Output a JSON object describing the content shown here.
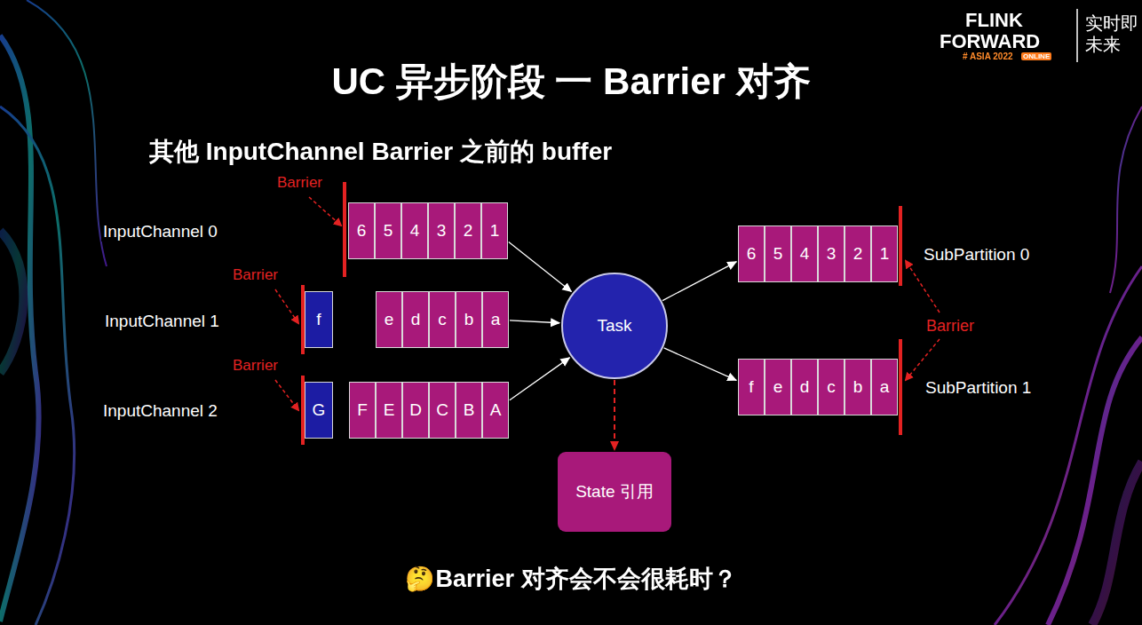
{
  "diagram": {
    "title": "UC 异步阶段 一 Barrier 对齐",
    "caption": "🤔Barrier 对齐会不会很耗时？",
    "nodes": [
      {
        "text": [
          "6"
        ]
      },
      {
        "text": [
          "5"
        ]
      },
      {
        "text": [
          "4"
        ]
      },
      {
        "text": [
          "3"
        ]
      },
      {
        "text": [
          "2"
        ]
      },
      {
        "text": [
          "1"
        ]
      },
      {
        "text": [
          "f"
        ]
      },
      {
        "text": [
          "e"
        ]
      },
      {
        "text": [
          "d"
        ]
      },
      {
        "text": [
          "c"
        ]
      },
      {
        "text": [
          "b"
        ]
      },
      {
        "text": [
          "a"
        ]
      },
      {
        "text": [
          "G"
        ]
      },
      {
        "text": [
          "F"
        ]
      },
      {
        "text": [
          "E"
        ]
      },
      {
        "text": [
          "D"
        ]
      },
      {
        "text": [
          "C"
        ]
      },
      {
        "text": [
          "B"
        ]
      },
      {
        "text": [
          "A"
        ]
      },
      {
        "text": [
          "Task"
        ]
      },
      {
        "text": [
          "6"
        ]
      },
      {
        "text": [
          "5"
        ]
      },
      {
        "text": [
          "4"
        ]
      },
      {
        "text": [
          "3"
        ]
      },
      {
        "text": [
          "2"
        ]
      },
      {
        "text": [
          "1"
        ]
      },
      {
        "text": [
          "f"
        ]
      },
      {
        "text": [
          "e"
        ]
      },
      {
        "text": [
          "d"
        ]
      },
      {
        "text": [
          "c"
        ]
      },
      {
        "text": [
          "b"
        ]
      },
      {
        "text": [
          "a"
        ]
      },
      {
        "text": [
          "State 引用"
        ]
      }
    ],
    "edges": [
      {
        "from": 5,
        "to": 19,
        "arrow": "to"
      },
      {
        "from": 11,
        "to": 19,
        "arrow": "to"
      },
      {
        "from": 18,
        "to": 19,
        "arrow": "to"
      },
      {
        "from": 19,
        "to": 20,
        "arrow": "to"
      },
      {
        "from": 19,
        "to": 26,
        "arrow": "to"
      },
      {
        "from": 19,
        "to": 32,
        "arrow": "to"
      }
    ],
    "labels": [
      "其他 InputChannel Barrier 之前的 buffer",
      "Barrier",
      "InputChannel 0",
      "Barrier",
      "InputChannel 1",
      "Barrier",
      "InputChannel 2",
      "SubPartition 0",
      "Barrier",
      "SubPartition 1",
      "FLINK",
      "FORWARD",
      "# ASIA 2022",
      "ONLINE",
      "实时即未来"
    ]
  }
}
